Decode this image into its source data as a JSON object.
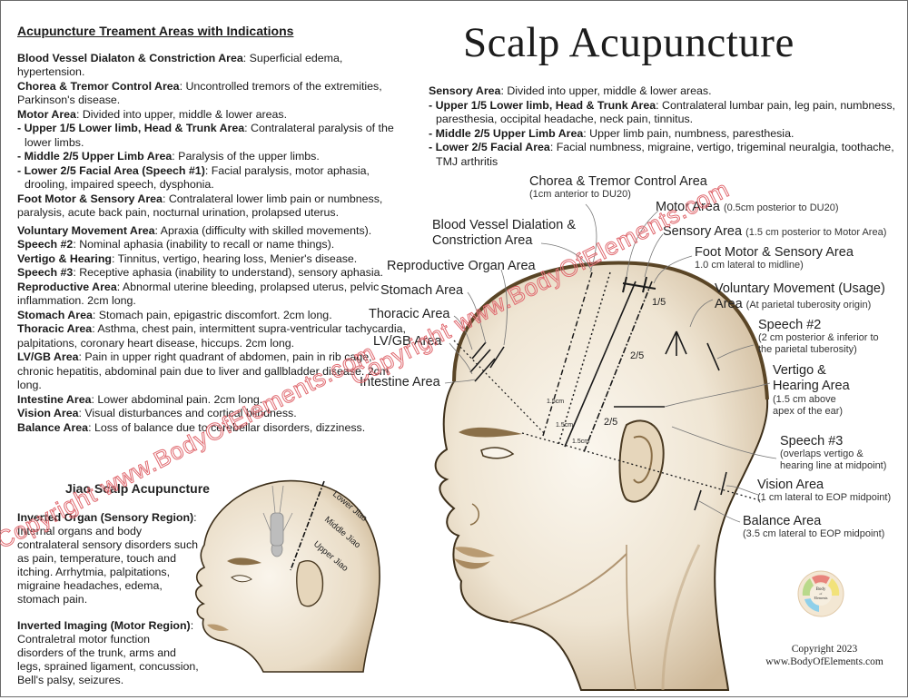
{
  "title": "Scalp Acupuncture",
  "left_panel": {
    "heading": "Acupuncture Treament Areas with Indications",
    "entries": [
      {
        "term": "Blood Vessel Dialaton & Constriction Area",
        "text": ": Superficial edema, hypertension."
      },
      {
        "term": "Chorea & Tremor Control Area",
        "text": ": Uncontrolled tremors of the extremities, Parkinson's disease."
      },
      {
        "term": "Motor Area",
        "text": ": Divided into upper, middle & lower areas."
      },
      {
        "term": "- Upper 1/5 Lower limb, Head & Trunk Area",
        "text": ": Contralateral paralysis of the lower limbs."
      },
      {
        "term": "- Middle 2/5 Upper Limb Area",
        "text": ": Paralysis of the upper limbs."
      },
      {
        "term": "- Lower 2/5 Facial Area (Speech #1)",
        "text": ": Facial paralysis, motor aphasia, drooling, impaired speech, dysphonia."
      },
      {
        "term": "Foot Motor & Sensory Area",
        "text": ": Contralateral lower limb pain or numbness, paralysis, acute back pain, nocturnal urination, prolapsed uterus."
      },
      {
        "term": "Voluntary Movement Area",
        "text": ": Apraxia (difficulty with skilled movements)."
      },
      {
        "term": "Speech #2",
        "text": ": Nominal aphasia (inability to recall or name things)."
      },
      {
        "term": "Vertigo & Hearing",
        "text": ": Tinnitus, vertigo, hearing loss, Menier's disease."
      },
      {
        "term": "Speech #3",
        "text": ": Receptive aphasia (inability to understand), sensory aphasia."
      },
      {
        "term": "Reproductive Area",
        "text": ": Abnormal uterine bleeding, prolapsed uterus, pelvic inflammation. 2cm long."
      },
      {
        "term": "Stomach Area",
        "text": ": Stomach pain, epigastric discomfort. 2cm long."
      },
      {
        "term": "Thoracic Area",
        "text": ": Asthma, chest pain, intermittent supra-ventricular tachycardia, palpitations, coronary heart disease, hiccups. 2cm long."
      },
      {
        "term": "LV/GB Area",
        "text": ": Pain in upper right quadrant of abdomen, pain in rib cage, chronic hepatitis, abdominal pain due to liver and gallbladder disease. 2cm long."
      },
      {
        "term": "Intestine Area",
        "text": ": Lower abdominal pain. 2cm long."
      },
      {
        "term": "Vision Area",
        "text": ": Visual disturbances and cortical blindness."
      },
      {
        "term": "Balance Area",
        "text": ": Loss of balance due to cerebellar disorders, dizziness."
      }
    ]
  },
  "sensory_panel": {
    "entries": [
      {
        "term": "Sensory Area",
        "text": ": Divided into upper, middle & lower areas."
      },
      {
        "term": "- Upper 1/5 Lower limb, Head & Trunk Area",
        "text": ": Contralateral lumbar pain, leg pain, numbness, paresthesia, occipital headache, neck pain, tinnitus."
      },
      {
        "term": "- Middle 2/5 Upper Limb Area",
        "text": ": Upper limb pain, numbness, paresthesia."
      },
      {
        "term": "- Lower 2/5 Facial Area",
        "text": ": Facial numbness, migraine, vertigo, trigeminal neuralgia, toothache, TMJ arthritis"
      }
    ]
  },
  "diagram_labels": {
    "chorea": {
      "name": "Chorea & Tremor Control Area",
      "note": "(1cm anterior to DU20)"
    },
    "motor": {
      "name": "Motor Area",
      "note": "(0.5cm posterior to DU20)"
    },
    "sensory": {
      "name": "Sensory Area",
      "note": "(1.5 cm posterior to Motor Area)"
    },
    "foot_motor": {
      "name": "Foot Motor & Sensory Area",
      "note": "1.0 cm lateral to midline)"
    },
    "blood_vessel": {
      "name": "Blood Vessel Dialation &",
      "name2": "Constriction Area"
    },
    "reproductive": {
      "name": "Reproductive Organ Area"
    },
    "stomach": {
      "name": "Stomach Area"
    },
    "thoracic": {
      "name": "Thoracic Area"
    },
    "lvgb": {
      "name": "LV/GB Area"
    },
    "intestine": {
      "name": "Intestine Area"
    },
    "voluntary": {
      "name": "Voluntary Movement (Usage)",
      "name2": "Area",
      "note": "(At parietal tuberosity origin)"
    },
    "speech2": {
      "name": "Speech #2",
      "note": "(2 cm posterior & inferior to",
      "note2": "the parietal tuberosity)"
    },
    "vertigo": {
      "name": "Vertigo &",
      "name2": "Hearing Area",
      "note": "(1.5 cm above",
      "note2": "apex of the ear)"
    },
    "speech3": {
      "name": "Speech #3",
      "note": "(overlaps vertigo &",
      "note2": "hearing line at midpoint)"
    },
    "vision": {
      "name": "Vision Area",
      "note": "(1 cm lateral to EOP midpoint)"
    },
    "balance": {
      "name": "Balance Area",
      "note": "(3.5 cm lateral to EOP midpoint)"
    },
    "fractions": {
      "upper": "1/5",
      "middle": "2/5",
      "lower": "2/5"
    },
    "spacing": "1.5cm"
  },
  "jiao_panel": {
    "title": "Jiao Scalp Acupuncture",
    "entries": [
      {
        "term": "Inverted Organ (Sensory Region)",
        "text": ": Internal organs and body contralateral sensory disorders such as pain, temperature, touch and itching. Arrhytmia, palpitations, migraine headaches, edema, stomach pain."
      },
      {
        "term": "Inverted Imaging (Motor Region)",
        "text": ": Contraletral motor function disorders of the trunk, arms and legs, sprained ligament, concussion, Bell's palsy, seizures."
      }
    ],
    "labels": {
      "lower": "Lower Jiao",
      "middle": "Middle Jiao",
      "upper": "Upper Jiao"
    }
  },
  "logo": {
    "line1": "Body",
    "line2": "of",
    "line3": "Elements",
    "colors": [
      "#e8847c",
      "#f2e27a",
      "#8fd0ea",
      "#b9d98a"
    ]
  },
  "footer": {
    "copyright": "Copyright 2023",
    "website": "www.BodyOfElements.com"
  },
  "watermark": {
    "text": "Copyright www.BodyOfElements.com",
    "color": "#e06a70"
  },
  "colors": {
    "skin": "#efe6d6",
    "skin_shadow": "#cbb596",
    "outline": "#4a3a22",
    "hair_line": "#5a4526"
  }
}
